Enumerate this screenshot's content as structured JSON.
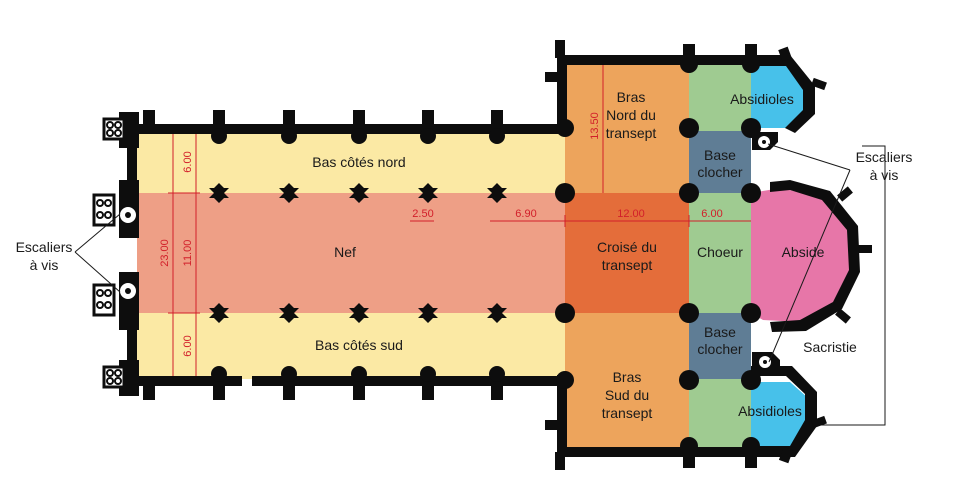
{
  "labels": {
    "bas_cotes_nord": "Bas côtés nord",
    "bas_cotes_sud": "Bas côtés sud",
    "nef": "Nef",
    "bras_nord": [
      "Bras",
      "Nord du",
      "transept"
    ],
    "bras_sud": [
      "Bras",
      "Sud du",
      "transept"
    ],
    "croise": [
      "Croisé du",
      "transept"
    ],
    "choeur": "Choeur",
    "abside": "Abside",
    "absidioles_top": "Absidioles",
    "absidioles_bottom": "Absidioles",
    "base_clocher_top": [
      "Base",
      "clocher"
    ],
    "base_clocher_bottom": [
      "Base",
      "clocher"
    ],
    "sacristie": "Sacristie",
    "escaliers_left": [
      "Escaliers",
      "à vis"
    ],
    "escaliers_right": [
      "Escaliers",
      "à vis"
    ]
  },
  "dimensions": {
    "aisle_north": "6.00",
    "nave_width": "11.00",
    "aisle_south": "6.00",
    "total_width": "23.00",
    "transept_arm": "13.50",
    "bay": "2.50",
    "crossing_offset": "6.90",
    "crossing": "12.00",
    "choir": "6.00"
  },
  "colors": {
    "aisles": "#fbe9a4",
    "nave": "#ee9f86",
    "transept": "#eda45c",
    "crossing": "#e46d3a",
    "choir": "#9fcb91",
    "tower": "#5f7d95",
    "apse": "#e776a8",
    "absidioles": "#47c1ea",
    "dimension": "#d21f2a"
  }
}
